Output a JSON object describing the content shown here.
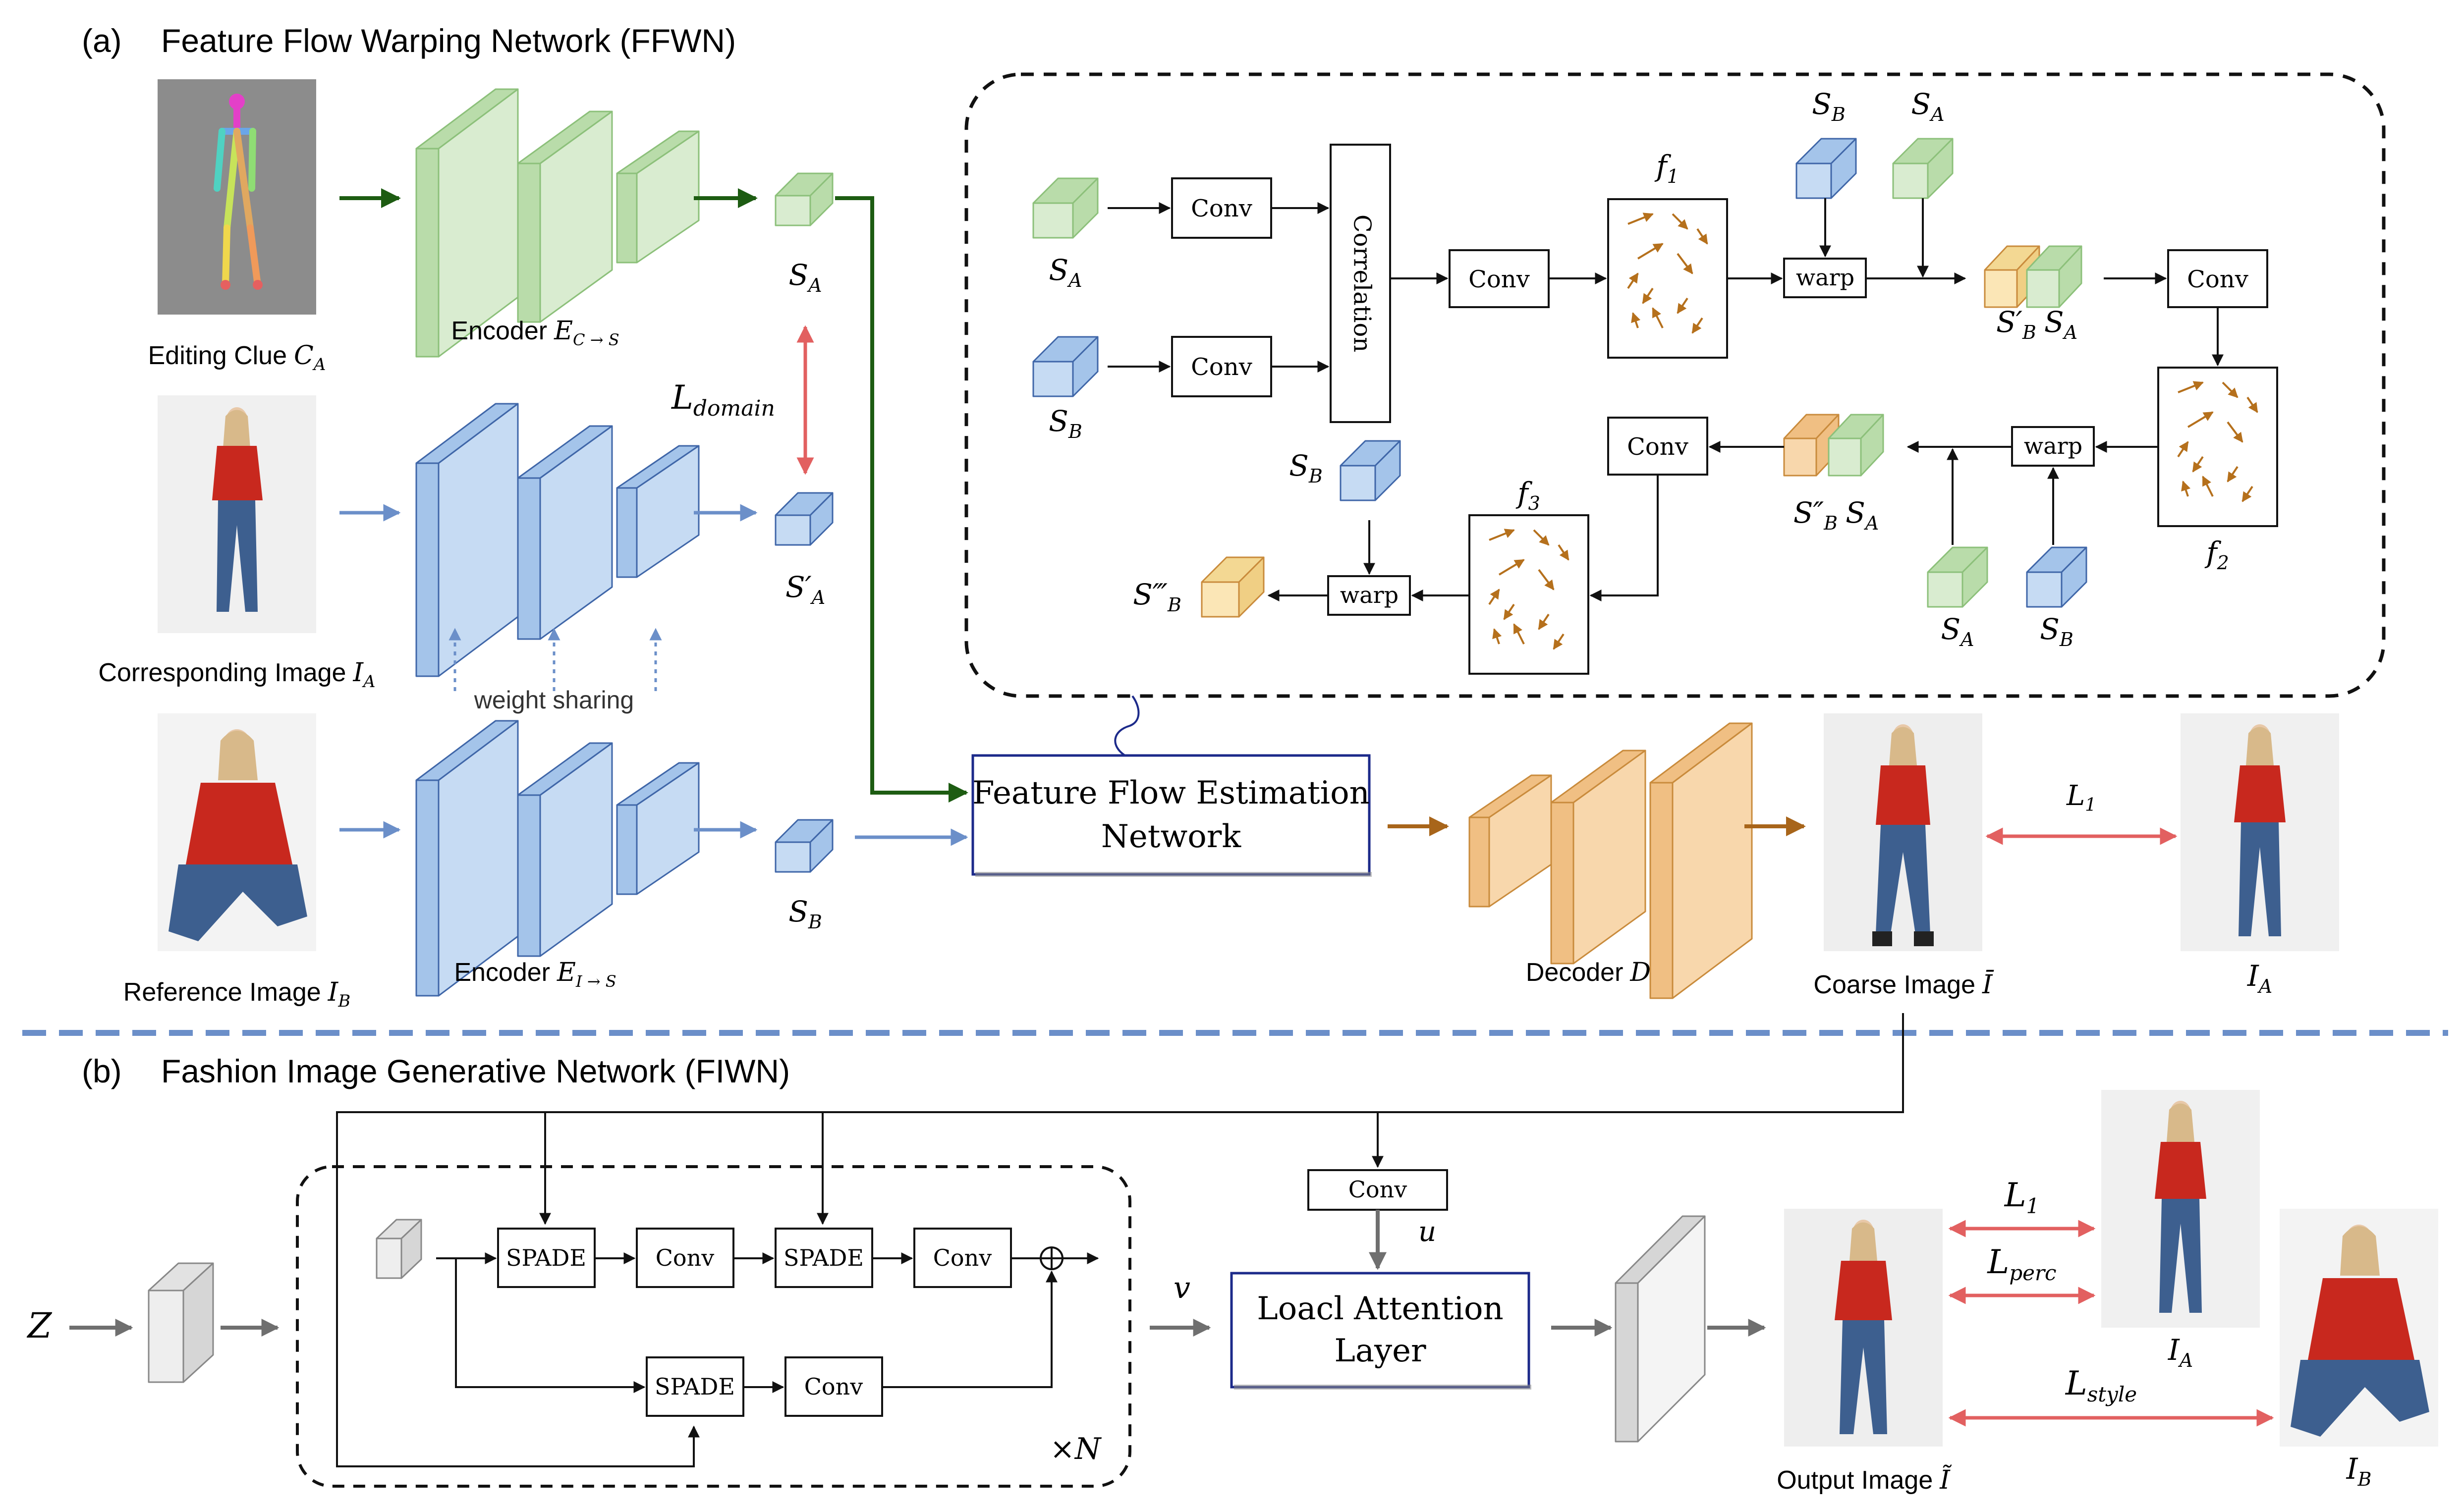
{
  "section_a": {
    "prefix": "(a)",
    "title": "Feature Flow Warping Network (FFWN)",
    "encoder_c": {
      "label": "Encoder",
      "symbol": "E",
      "subscript": "C → S"
    },
    "encoder_i": {
      "label": "Encoder",
      "symbol": "E",
      "subscript": "I → S"
    },
    "weight_sharing": "weight sharing",
    "l_domain": {
      "symbol": "L",
      "subscript": "domain"
    },
    "inputs": {
      "editing_clue": {
        "label": "Editing Clue",
        "symbol": "C",
        "subscript": "A"
      },
      "corresponding": {
        "label": "Corresponding Image",
        "symbol": "I",
        "subscript": "A"
      },
      "reference": {
        "label": "Reference Image",
        "symbol": "I",
        "subscript": "B"
      }
    },
    "features": {
      "sa": {
        "symbol": "S",
        "subscript": "A"
      },
      "sa_prime": {
        "symbol": "S′",
        "subscript": "A"
      },
      "sb": {
        "symbol": "S",
        "subscript": "B"
      }
    },
    "ffen": {
      "line1": "Feature Flow Estimation",
      "line2": "Network"
    },
    "decoder": {
      "label": "Decoder",
      "symbol": "D"
    },
    "coarse": {
      "label": "Coarse Image",
      "symbol": "Ī"
    },
    "target_ia": {
      "symbol": "I",
      "subscript": "A"
    },
    "l1": {
      "symbol": "L",
      "subscript": "1"
    }
  },
  "flow_module": {
    "conv": "Conv",
    "correlation": "Correlation",
    "warp": "warp",
    "f1": {
      "symbol": "f",
      "subscript": "1"
    },
    "f2": {
      "symbol": "f",
      "subscript": "2"
    },
    "f3": {
      "symbol": "f",
      "subscript": "3"
    },
    "sa": {
      "symbol": "S",
      "subscript": "A"
    },
    "sb": {
      "symbol": "S",
      "subscript": "B"
    },
    "sb_prime": {
      "symbol": "S′",
      "subscript": "B"
    },
    "sb_dprime": {
      "symbol": "S″",
      "subscript": "B"
    },
    "sb_tprime": {
      "symbol": "S‴",
      "subscript": "B"
    }
  },
  "section_b": {
    "prefix": "(b)",
    "title": "Fashion Image Generative Network (FIWN)",
    "z": "Z",
    "spade": "SPADE",
    "conv": "Conv",
    "times_n": "×N",
    "v": "v",
    "u": "u",
    "attention": {
      "line1": "Loacl Attention",
      "line2": "Layer"
    },
    "output": {
      "label": "Output Image",
      "symbol": "Ĩ"
    },
    "ia": {
      "symbol": "I",
      "subscript": "A"
    },
    "ib": {
      "symbol": "I",
      "subscript": "B"
    },
    "l1": {
      "symbol": "L",
      "subscript": "1"
    },
    "lperc": {
      "symbol": "L",
      "subscript": "perc"
    },
    "lstyle": {
      "symbol": "L",
      "subscript": "style"
    }
  },
  "colors": {
    "green_face": "#d9ecd0",
    "green_side": "#b9dcaa",
    "green_stroke": "#8cc07a",
    "blue_face": "#c6dbf3",
    "blue_side": "#a4c4ea",
    "blue_stroke": "#3f66a8",
    "orange_face": "#f8d7ac",
    "orange_side": "#f0bf83",
    "orange_stroke": "#c98b3c",
    "yellow_face": "#fbe6b6",
    "gray_face": "#eeeeee",
    "gray_side": "#d6d6d6",
    "arrow_green": "#1d5c12",
    "arrow_blue": "#6b8fc9",
    "arrow_brown": "#a8651a",
    "red": "#e26060",
    "divider": "#6b8fc9",
    "navy": "#1c2a8a"
  }
}
